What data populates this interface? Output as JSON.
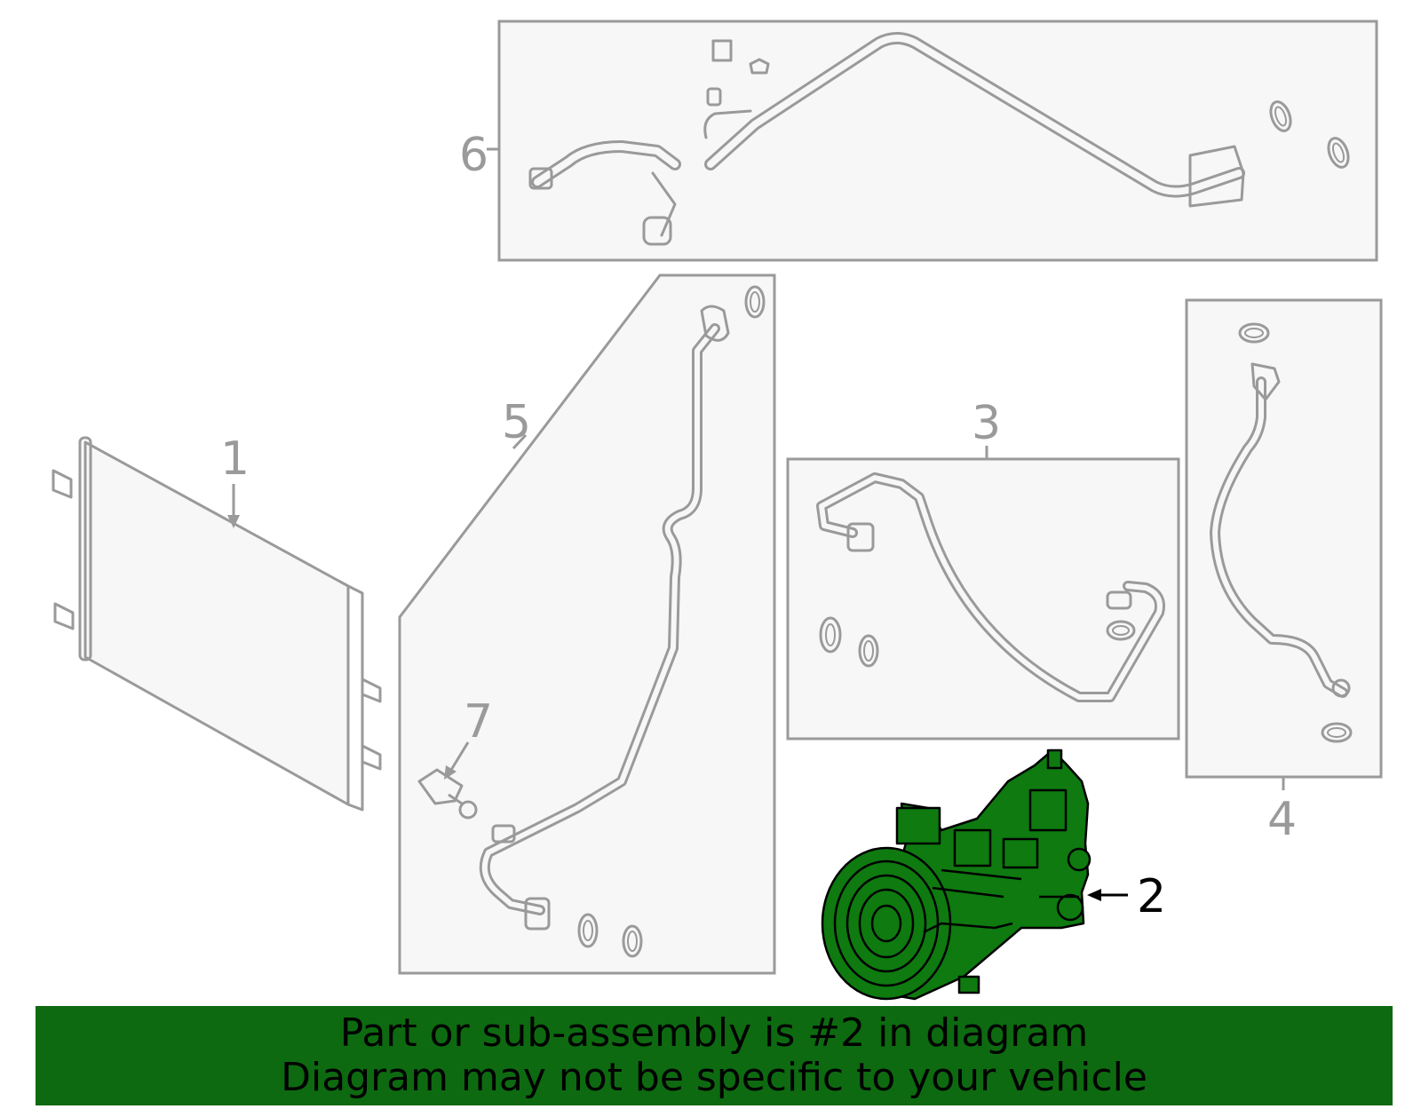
{
  "callouts": [
    {
      "id": "1",
      "text": "1"
    },
    {
      "id": "2",
      "text": "2"
    },
    {
      "id": "3",
      "text": "3"
    },
    {
      "id": "4",
      "text": "4"
    },
    {
      "id": "5",
      "text": "5"
    },
    {
      "id": "6",
      "text": "6"
    },
    {
      "id": "7",
      "text": "7"
    }
  ],
  "highlighted_part": "2",
  "colors": {
    "line": "#9a9a9a",
    "panel_fill": "#f7f7f7",
    "highlight_fill": "#0e7a10",
    "highlight_stroke": "#000000",
    "banner_bg": "#0d6a10",
    "banner_text": "#000000"
  },
  "banner": {
    "line1": "Part or sub-assembly is #2 in diagram",
    "line2": "Diagram may not be specific to your vehicle"
  }
}
